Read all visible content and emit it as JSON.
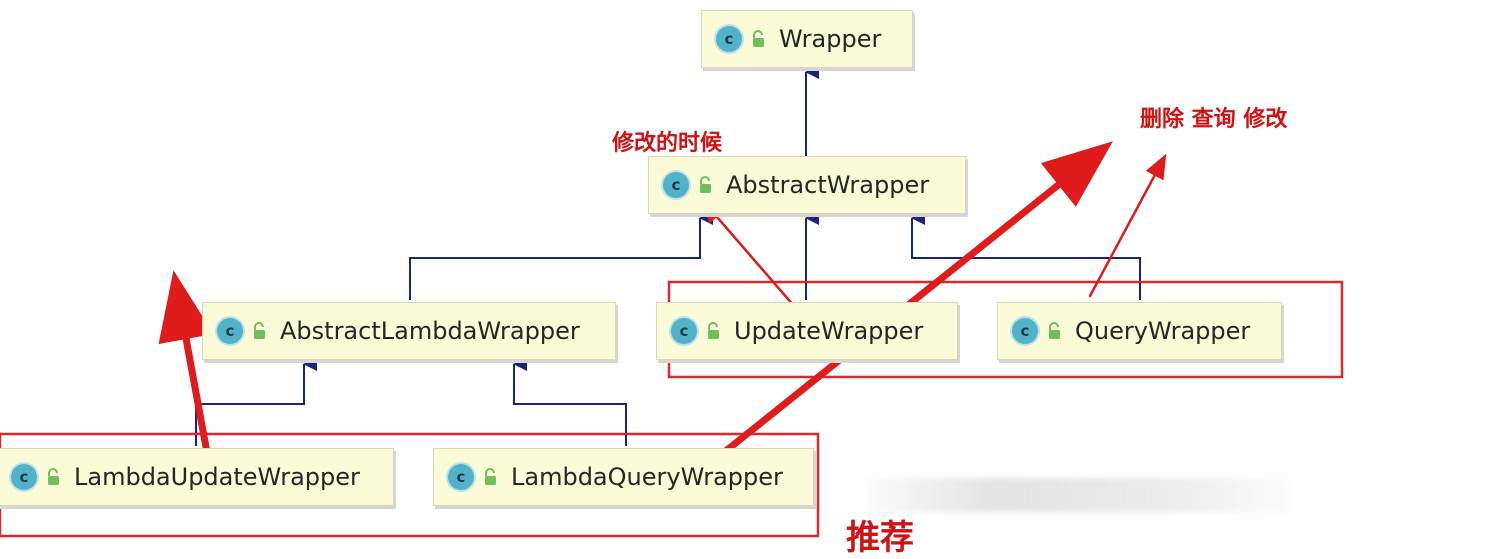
{
  "diagram": {
    "nodes": {
      "wrapper": {
        "label": "Wrapper",
        "icon": "class-icon",
        "icon_letter": "c"
      },
      "abstract_wrapper": {
        "label": "AbstractWrapper",
        "icon": "class-icon",
        "icon_letter": "c"
      },
      "abstract_lambda_wrapper": {
        "label": "AbstractLambdaWrapper",
        "icon": "class-icon",
        "icon_letter": "c"
      },
      "update_wrapper": {
        "label": "UpdateWrapper",
        "icon": "class-icon",
        "icon_letter": "c"
      },
      "query_wrapper": {
        "label": "QueryWrapper",
        "icon": "class-icon",
        "icon_letter": "c"
      },
      "lambda_update_wrapper": {
        "label": "LambdaUpdateWrapper",
        "icon": "class-icon",
        "icon_letter": "c"
      },
      "lambda_query_wrapper": {
        "label": "LambdaQueryWrapper",
        "icon": "class-icon",
        "icon_letter": "c"
      }
    },
    "edges": [
      {
        "from": "abstract_wrapper",
        "to": "wrapper",
        "type": "inheritance"
      },
      {
        "from": "abstract_lambda_wrapper",
        "to": "abstract_wrapper",
        "type": "inheritance"
      },
      {
        "from": "update_wrapper",
        "to": "abstract_wrapper",
        "type": "inheritance"
      },
      {
        "from": "query_wrapper",
        "to": "abstract_wrapper",
        "type": "inheritance"
      },
      {
        "from": "lambda_update_wrapper",
        "to": "abstract_lambda_wrapper",
        "type": "inheritance"
      },
      {
        "from": "lambda_query_wrapper",
        "to": "abstract_lambda_wrapper",
        "type": "inheritance"
      }
    ],
    "annotations": {
      "update_note": "修改的时候",
      "query_note": "删除  查询  修改",
      "recommend_note": "推荐"
    },
    "colors": {
      "node_fill": "#fcfbd8",
      "edge": "#1a237e",
      "annotation": "#d11212",
      "class_icon": "#52b3c8",
      "lock_icon": "#6fbf5a"
    }
  }
}
